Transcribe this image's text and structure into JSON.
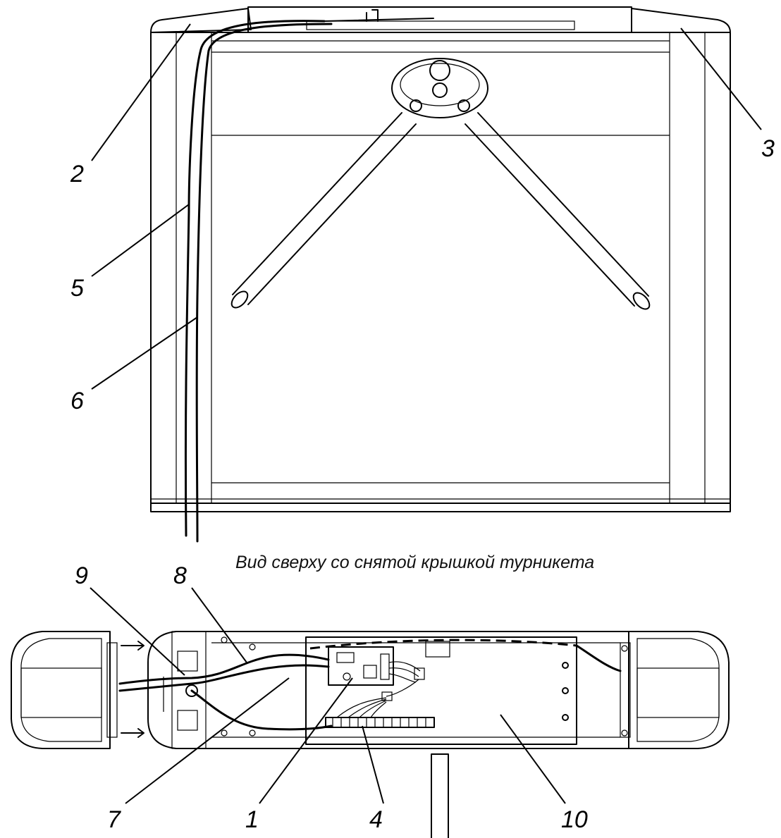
{
  "caption": "Вид сверху со снятой крышкой турникета",
  "callouts": {
    "c1": "1",
    "c2": "2",
    "c3": "3",
    "c4": "4",
    "c5": "5",
    "c6": "6",
    "c7": "7",
    "c8": "8",
    "c9": "9",
    "c10": "10"
  }
}
